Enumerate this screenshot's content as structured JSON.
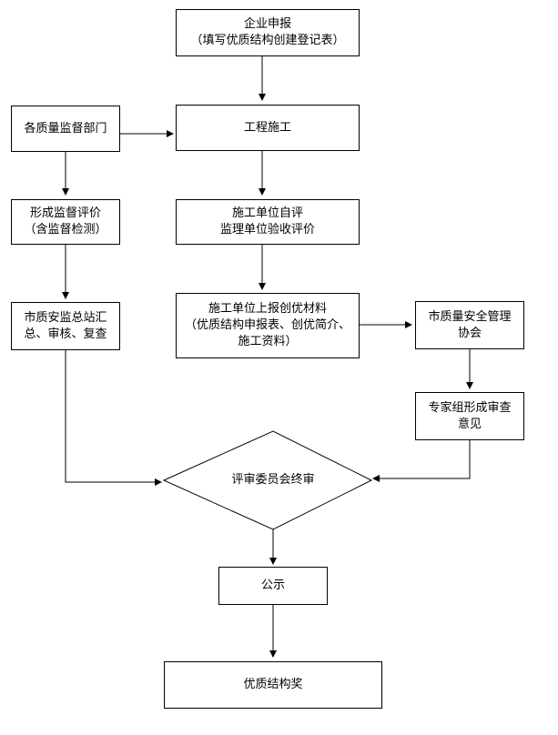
{
  "flowchart": {
    "n_enterprise_report": {
      "line1": "企业申报",
      "line2": "（填写优质结构创建登记表）"
    },
    "n_construction": {
      "line1": "工程施工"
    },
    "n_quality_departments": {
      "line1": "各质量监督部门"
    },
    "n_self_eval": {
      "line1": "施工单位自评",
      "line2": "监理单位验收评价"
    },
    "n_supervision_eval": {
      "line1": "形成监督评价",
      "line2": "（含监督检测）"
    },
    "n_submit_materials": {
      "line1": "施工单位上报创优材料",
      "line2": "（优质结构申报表、创优简介、",
      "line3": "施工资料）"
    },
    "n_city_association": {
      "line1": "市质量安全管理",
      "line2": "协会"
    },
    "n_city_station": {
      "line1": "市质安监总站汇",
      "line2": "总、审核、复查"
    },
    "n_expert_opinion": {
      "line1": "专家组形成审查",
      "line2": "意见"
    },
    "n_final_review": {
      "line1": "评审委员会终审"
    },
    "n_publicity": {
      "line1": "公示"
    },
    "n_award": {
      "line1": "优质结构奖"
    }
  }
}
